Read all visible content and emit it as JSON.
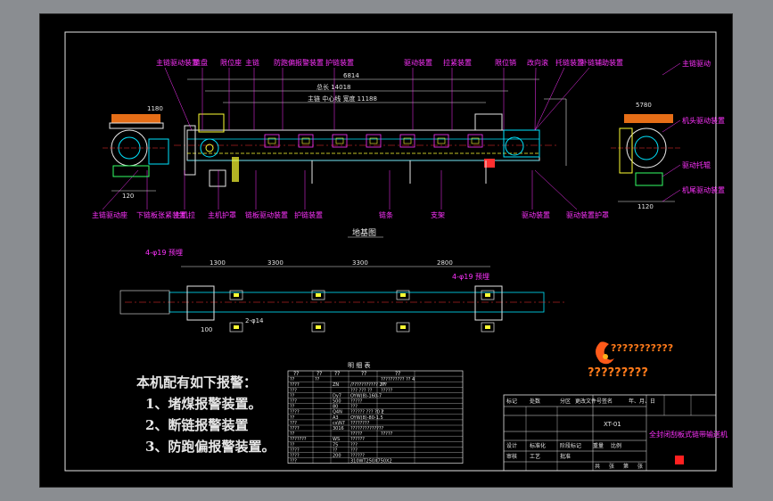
{
  "drawing": {
    "callouts_top": [
      "主链驱动装置",
      "链盘",
      "限位座",
      "主链",
      "防跑偏报警装置",
      "护链装置",
      "驱动装置",
      "拉紧装置",
      "限位销",
      "改向滚",
      "托链装置",
      "补链辅助装置"
    ],
    "callouts_bottom": [
      "主链驱动座",
      "下链板张紧装置",
      "主机拉",
      "主机护罩",
      "链板驱动装置",
      "护链装置",
      "链条",
      "支架",
      "驱动装置",
      "驱动装置护罩"
    ],
    "callouts_right": [
      "主链驱动",
      "机头驱动装置",
      "驱动托辊",
      "机尾驱动装置"
    ],
    "section_title": "地基图",
    "left_dims": [
      "1180",
      "120"
    ],
    "right_dims": [
      "5780",
      "1120"
    ],
    "top_dims": [
      "6814",
      "总长 14018",
      "主链 中心线 宽度 11188"
    ],
    "foundation_dims": [
      "1300",
      "3300",
      "3300",
      "2800",
      "100",
      "2-φ14"
    ],
    "foundation_notes": [
      "4-φ19 预埋",
      "4-φ19 预埋"
    ]
  },
  "notes": {
    "heading": "本机配有如下报警：",
    "items": [
      "1、堵煤报警装置。",
      "2、断链报警装置",
      "3、防跑偏报警装置。"
    ]
  },
  "logo": {
    "line1": "???????????",
    "line2": "?????????"
  },
  "parts_table": {
    "caption": "明 细 表",
    "headers": [
      "??",
      "??",
      "??",
      "??",
      "??"
    ],
    "rows": [
      [
        "??",
        "??",
        "",
        "",
        "?????????? ?? 4"
      ],
      [
        "????",
        "",
        "ZN",
        "/??????????? 2??",
        "??"
      ],
      [
        "???",
        "",
        "",
        "??? ??? ??",
        "?????"
      ],
      [
        "??",
        "",
        "Dy7",
        "OYW(8)-160-7",
        ""
      ],
      [
        "???",
        "",
        "500",
        "?????",
        ""
      ],
      [
        "??",
        "",
        "80",
        "???",
        ""
      ],
      [
        "????",
        "",
        "Q4N",
        "?????? ??? ?0 2",
        "?"
      ],
      [
        "??",
        "",
        "A3  ",
        "OYW(8)-80-1.5",
        ""
      ],
      [
        "???",
        "",
        "cs\\N7",
        "????????",
        ""
      ],
      [
        "????",
        "",
        "3016",
        "??????????????",
        ""
      ],
      [
        "??",
        "",
        "",
        "?????",
        "?????"
      ],
      [
        "???????",
        "",
        "WS",
        "??????",
        ""
      ],
      [
        "??",
        "",
        "75",
        "???",
        ""
      ],
      [
        "????",
        "",
        "??",
        "???",
        ""
      ],
      [
        "????",
        "",
        "200",
        "??????",
        ""
      ],
      [
        "???",
        "",
        "",
        "310WT250X750X2",
        ""
      ]
    ]
  },
  "title_block": {
    "name": "全封闭刮板式链带输送机",
    "code": "XT-01",
    "labels": [
      "标记",
      "处数",
      "分区",
      "更改文件号",
      "签名",
      "年、月、日",
      "设计",
      "标准化",
      "阶段标记",
      "重量",
      "比例",
      "审核",
      "工艺",
      "批准",
      "共",
      "张",
      "第",
      "张"
    ]
  },
  "colors": {
    "background": "#000000",
    "callout": "#ff33ff",
    "primary_line": "#e6e6e6",
    "center_line": "#ff3030",
    "dimension": "#33ff66",
    "component": "#00e5ff",
    "accent": "#ffff33",
    "chrome": "#8a8d91"
  }
}
